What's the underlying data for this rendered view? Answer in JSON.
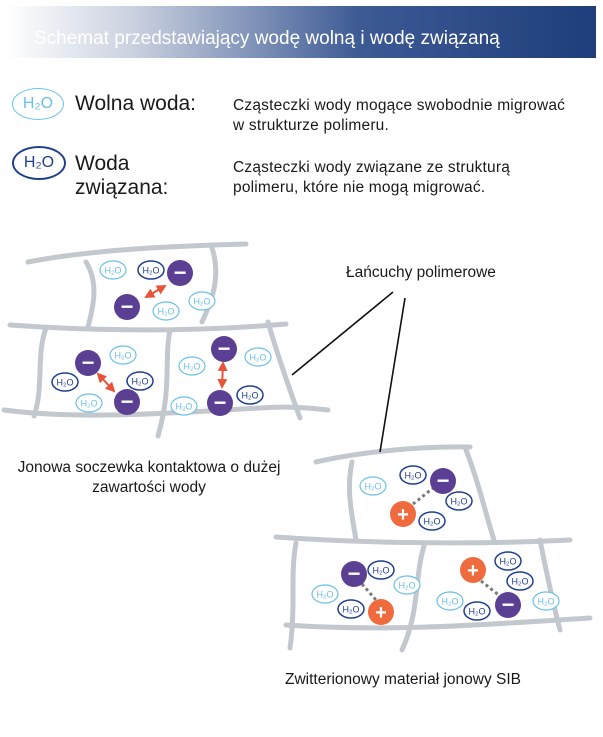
{
  "header": {
    "title": "Schemat przedstawiający wodę wolną i wodę związaną"
  },
  "legend": [
    {
      "symbol": "H₂O",
      "term": "Wolna woda:",
      "description": "Cząsteczki wody mogące swobodnie migrować w strukturze polimeru."
    },
    {
      "symbol": "H₂O",
      "term": "Woda związana:",
      "description": "Cząsteczki wody związane ze strukturą polimeru, które nie mogą migrować."
    }
  ],
  "diagram": {
    "water_label": "H₂O",
    "callout": "Łańcuchy polimerowe",
    "caption_left": "Jonowa soczewka kontaktowa o dużej zawartości wody",
    "caption_right": "Zwitterionowy materiał jonowy SIB",
    "minus_sign": "−",
    "plus_sign": "+"
  },
  "colors": {
    "header_dark": "#1f3d7a",
    "free_water": "#6cc0e8",
    "bound_water": "#1f3f8f",
    "anion": "#5b3f93",
    "cation": "#ef6b3e",
    "polymer": "#c3c8cf",
    "arrow": "#e8533a"
  }
}
